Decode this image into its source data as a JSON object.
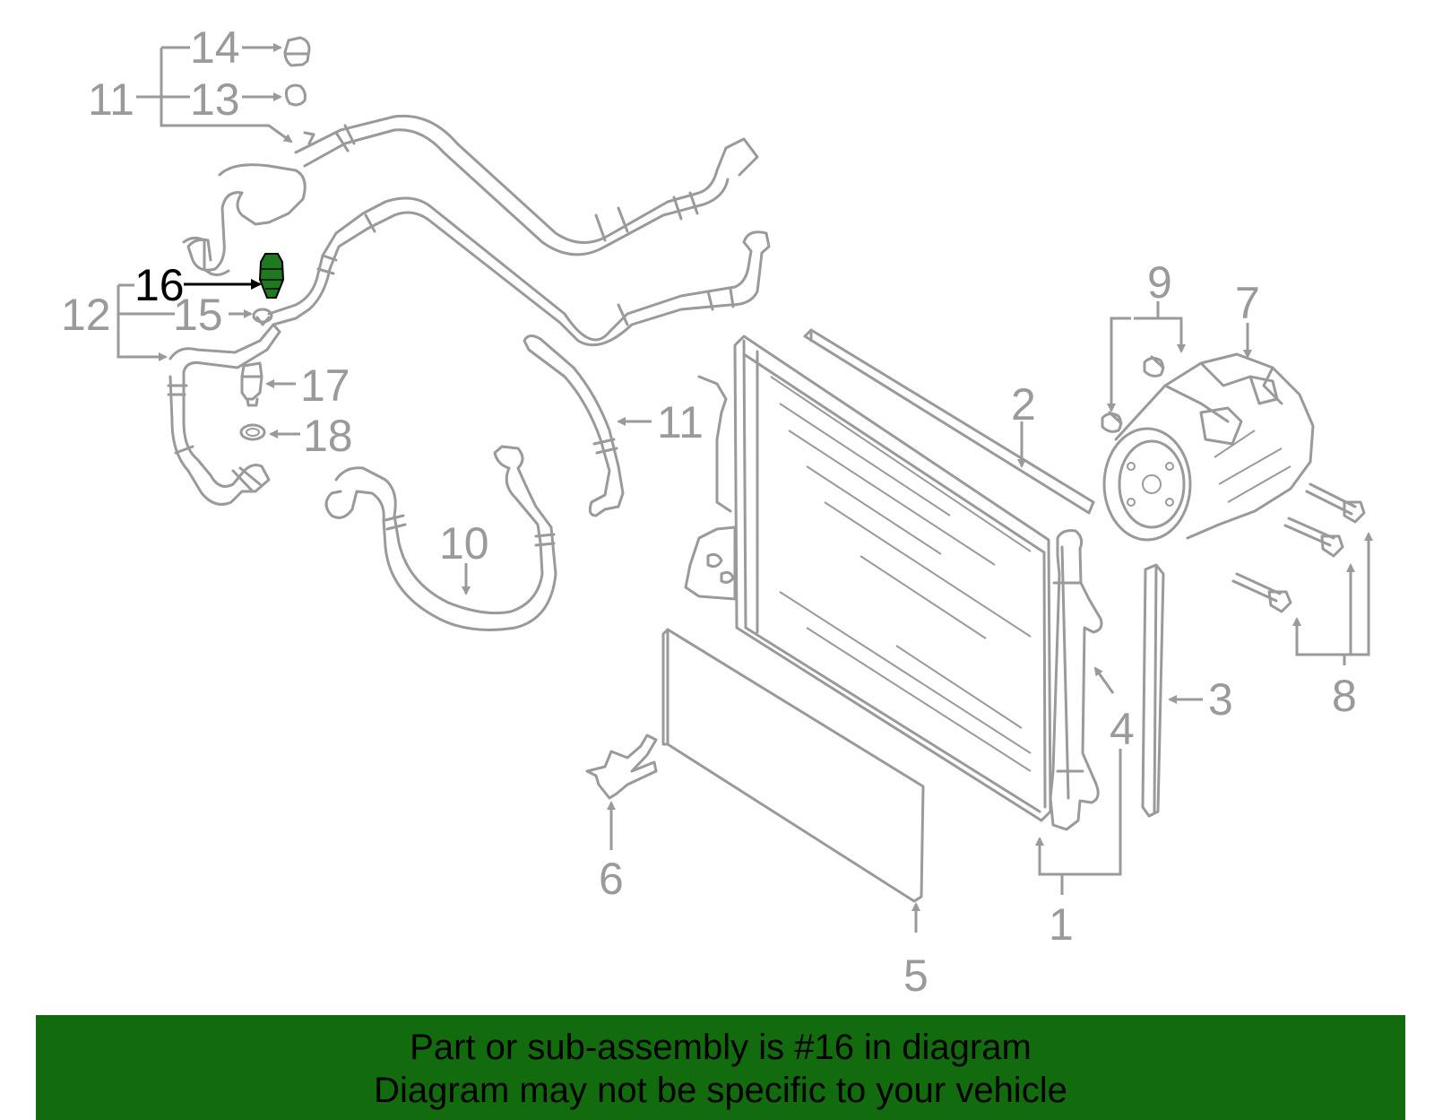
{
  "diagram": {
    "callouts": [
      {
        "id": "c1",
        "label": "1"
      },
      {
        "id": "c2",
        "label": "2"
      },
      {
        "id": "c3",
        "label": "3"
      },
      {
        "id": "c4",
        "label": "4"
      },
      {
        "id": "c5",
        "label": "5"
      },
      {
        "id": "c6",
        "label": "6"
      },
      {
        "id": "c7",
        "label": "7"
      },
      {
        "id": "c8",
        "label": "8"
      },
      {
        "id": "c9",
        "label": "9"
      },
      {
        "id": "c10",
        "label": "10"
      },
      {
        "id": "c11a",
        "label": "11"
      },
      {
        "id": "c11b",
        "label": "11"
      },
      {
        "id": "c12",
        "label": "12"
      },
      {
        "id": "c13",
        "label": "13"
      },
      {
        "id": "c14",
        "label": "14"
      },
      {
        "id": "c15",
        "label": "15"
      },
      {
        "id": "c16",
        "label": "16"
      },
      {
        "id": "c17",
        "label": "17"
      },
      {
        "id": "c18",
        "label": "18"
      }
    ],
    "highlighted_part": "16",
    "colors": {
      "line_gray": "#9a9a9a",
      "highlight_part": "#1e7a1e",
      "banner_bg": "#126b0c",
      "label_highlight": "#000000"
    }
  },
  "banner": {
    "line1": "Part or sub-assembly is #16 in diagram",
    "line2": "Diagram may not be specific to your vehicle"
  }
}
